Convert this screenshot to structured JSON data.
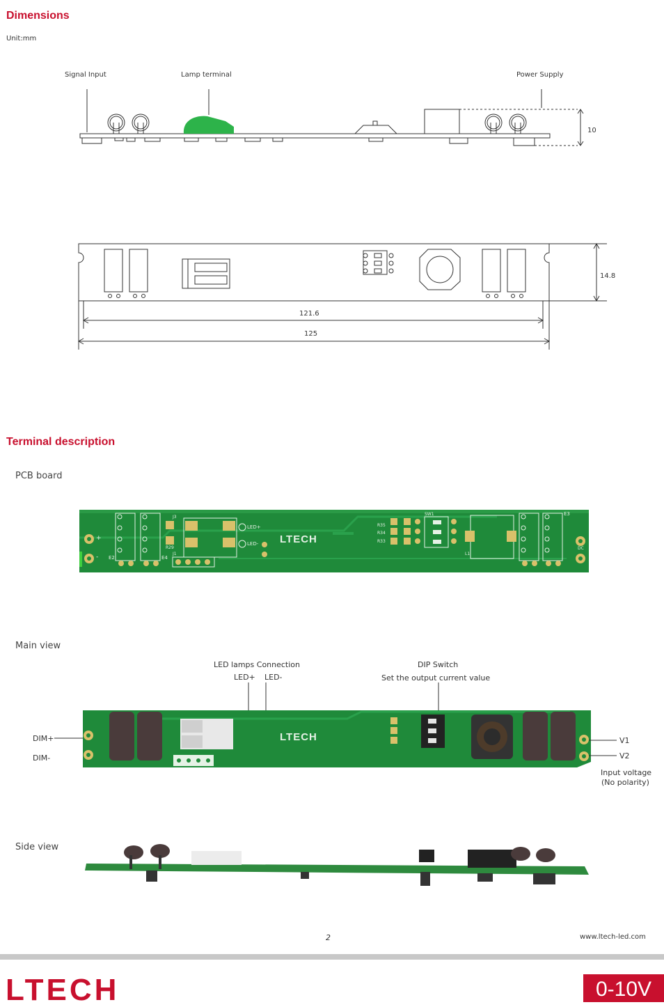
{
  "sections": {
    "dimensions": {
      "title": "Dimensions",
      "unit": "Unit:mm",
      "labels": {
        "signal_input": "Signal Input",
        "lamp_terminal": "Lamp terminal",
        "power_supply": "Power Supply"
      },
      "measures": {
        "height": "10",
        "width": "14.8",
        "inner_length": "121.6",
        "outer_length": "125"
      }
    },
    "terminal": {
      "title": "Terminal description",
      "pcb_board": "PCB board",
      "main_view": "Main view",
      "side_view": "Side  view",
      "pcb_labels": {
        "brand": "LTECH",
        "led_plus": "LED+",
        "led_minus": "LED-",
        "r35": "R35",
        "r34": "R34",
        "r33": "R33",
        "sw1": "SW1",
        "j3": "J3",
        "r29": "R29",
        "j1": "J1",
        "e2": "E2",
        "e4": "E4",
        "e3": "E3",
        "l1": "L1",
        "dc": "DC",
        "plus": "+",
        "minus": "-"
      },
      "main_labels": {
        "led_lamps_connection": "LED lamps Connection",
        "led_plus": "LED+",
        "led_minus": "LED-",
        "dip_switch": "DIP Switch",
        "dip_desc": "Set the output current value",
        "dim_plus": "DIM+",
        "dim_minus": "DIM-",
        "v1": "V1",
        "v2": "V2",
        "input_voltage": "Input voltage",
        "no_polarity": "(No polarity)"
      }
    }
  },
  "footer": {
    "page_number": "2",
    "website": "www.ltech-led.com",
    "logo": "LTECH",
    "badge": "0-10V"
  },
  "colors": {
    "accent": "#c8102e",
    "pcb_green": "#1f8a3a",
    "terminal_green": "#2db34a"
  }
}
